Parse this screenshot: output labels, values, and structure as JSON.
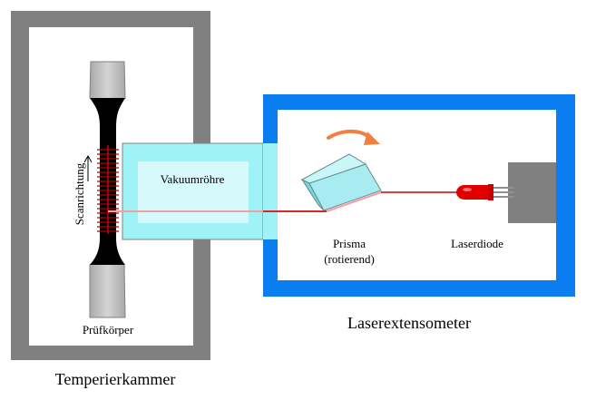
{
  "labels": {
    "temperierkammer": "Temperierkammer",
    "laserextensometer": "Laserextensometer",
    "vakuumroehre": "Vakuumröhre",
    "pruefkoerper": "Prüfkörper",
    "scanrichtung": "Scanrichtung",
    "prisma_line1": "Prisma",
    "prisma_line2": "(rotierend)",
    "laserdiode": "Laserdiode"
  },
  "colors": {
    "chamber_wall": "#808080",
    "extensometer_frame": "#0a7df0",
    "vacuum_tube": "#9ff3f7",
    "vacuum_inner": "#d6fafb",
    "laser_beam": "#cc0000",
    "return_beam": "#f0a0a0",
    "rotation_arrow": "#f08040",
    "laser_diode": "#e00000",
    "specimen_grip": "#c0c0c0",
    "specimen_body": "#000000"
  }
}
